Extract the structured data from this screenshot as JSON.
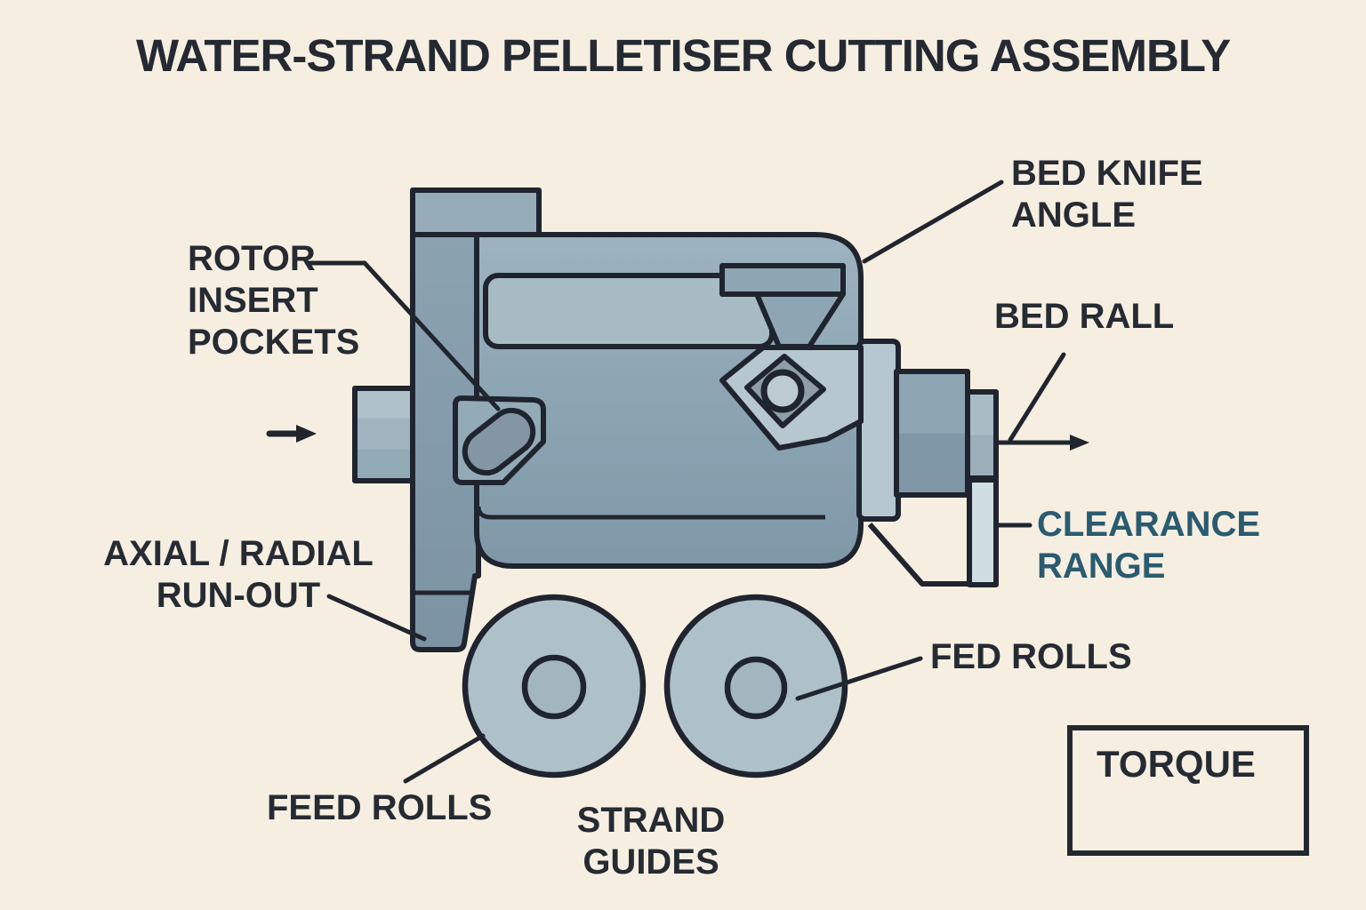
{
  "title": "WATER-STRAND PELLETISER CUTTING ASSEMBLY",
  "labels": {
    "rotor_insert_pockets": "ROTOR\nINSERT\nPOCKETS",
    "bed_knife_angle": "BED KNIFE\nANGLE",
    "bed_rail": "BED RALL",
    "clearance_range": "CLEARANCE\nRANGE",
    "axial_radial_runout": "AXIAL / RADIAL\nRUN-OUT",
    "feed_rolls": "FEED ROLLS",
    "strand_guides": "STRAND\nGUIDES",
    "fed_rolls": "FED ROLLS",
    "torque": "TORQUE"
  },
  "icons": {
    "inlet_arrow": "flow-arrow-right",
    "outlet_arrow": "flow-arrow-right"
  },
  "colors": {
    "background": "#f6efe1",
    "ink": "#232830",
    "accent_teal": "#2a5b70",
    "machine_body": "#8ea6b4",
    "machine_light": "#b6c7cf",
    "clearance_strip": "#cfdee3"
  }
}
